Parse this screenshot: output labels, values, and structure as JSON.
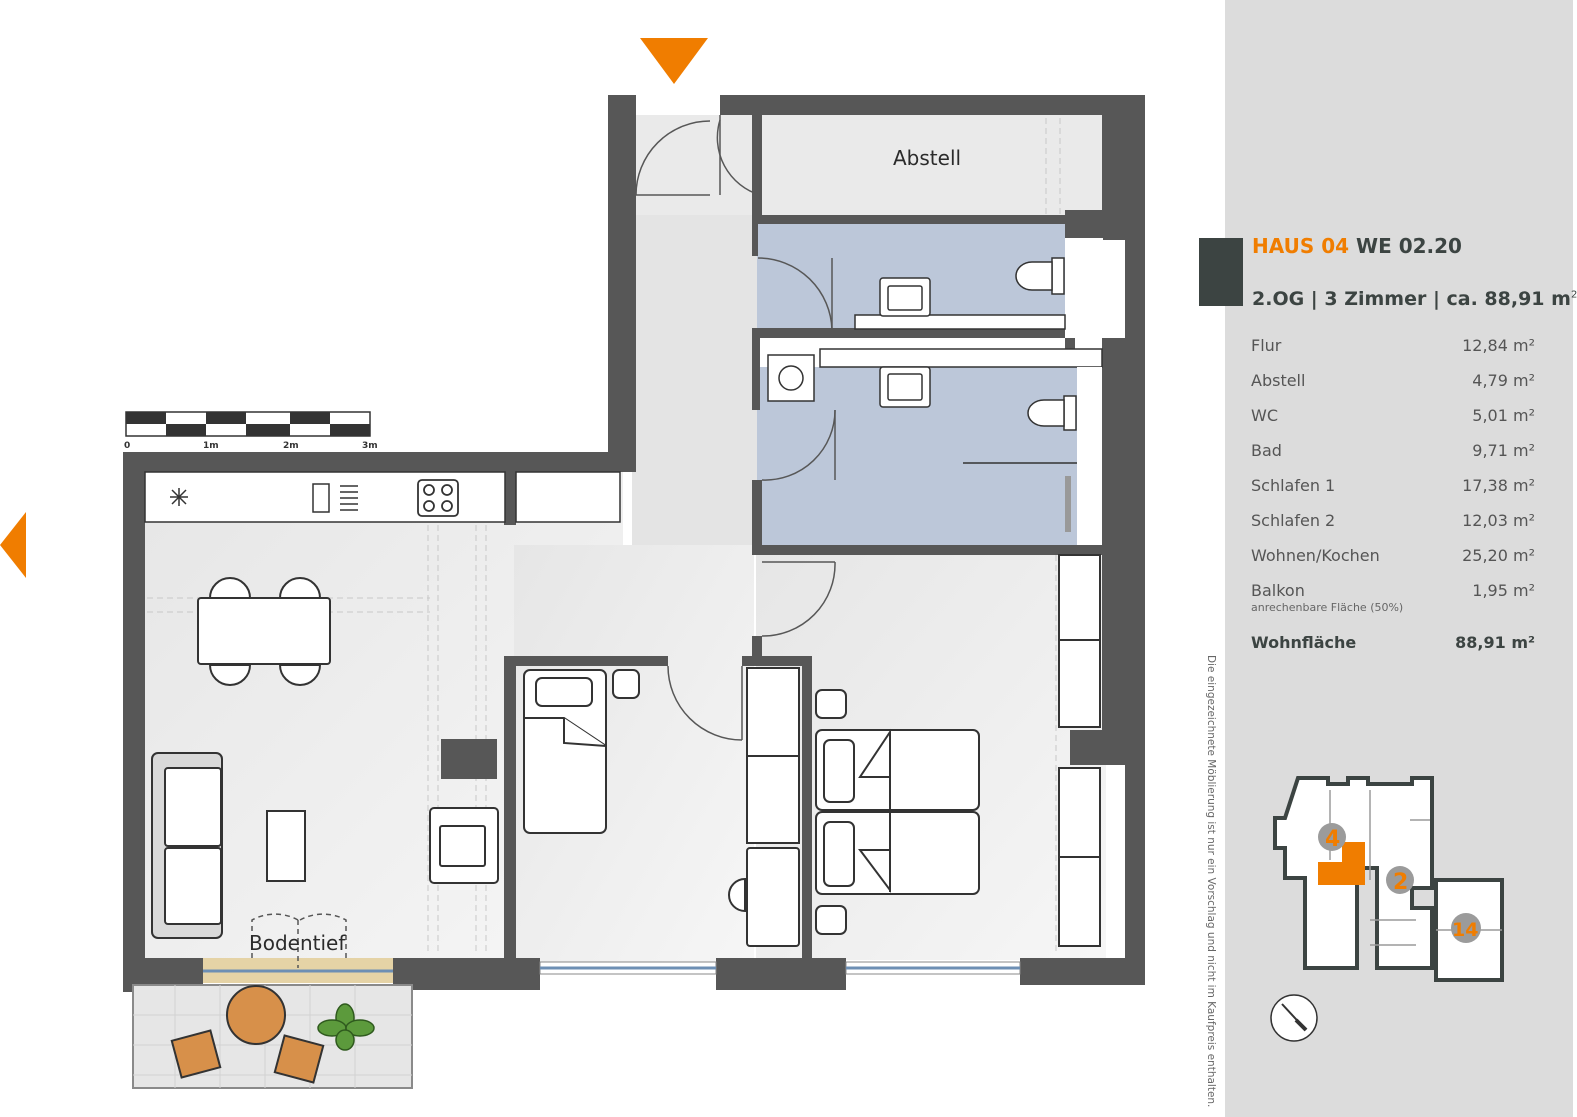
{
  "header": {
    "haus": "HAUS 04",
    "unit": "WE 02.20",
    "summary": "2.OG | 3 Zimmer | ca. 88,91 m",
    "summary_sup": "2"
  },
  "areas": [
    {
      "name": "Flur",
      "value": "12,84 m²"
    },
    {
      "name": "Abstell",
      "value": "4,79 m²"
    },
    {
      "name": "WC",
      "value": "5,01 m²"
    },
    {
      "name": "Bad",
      "value": "9,71 m²"
    },
    {
      "name": "Schlafen 1",
      "value": "17,38 m²"
    },
    {
      "name": "Schlafen 2",
      "value": "12,03 m²"
    },
    {
      "name": "Wohnen/Kochen",
      "value": "25,20 m²"
    },
    {
      "name": "Balkon",
      "value": "1,95 m²",
      "note": "anrechenbare Fläche (50%)"
    }
  ],
  "total": {
    "name": "Wohnfläche",
    "value": "88,91 m²"
  },
  "labels": {
    "abstell": "Abstell",
    "bodentief": "Bodentief"
  },
  "scale": {
    "ticks": [
      "0",
      "1m",
      "2m",
      "3m"
    ]
  },
  "keyplan": {
    "house_numbers": [
      "4",
      "2",
      "14"
    ]
  },
  "disclaimer": "Die eingezeichnete Möblierung ist nur ein Vorschlag und nicht im Kaufpreis enthalten.",
  "colors": {
    "wall": "#575757",
    "accent": "#f07d00",
    "wet_room": "#bcc7d9",
    "floor": "#efefef",
    "panel": "#dcdcdc",
    "title_box": "#3c4442"
  }
}
